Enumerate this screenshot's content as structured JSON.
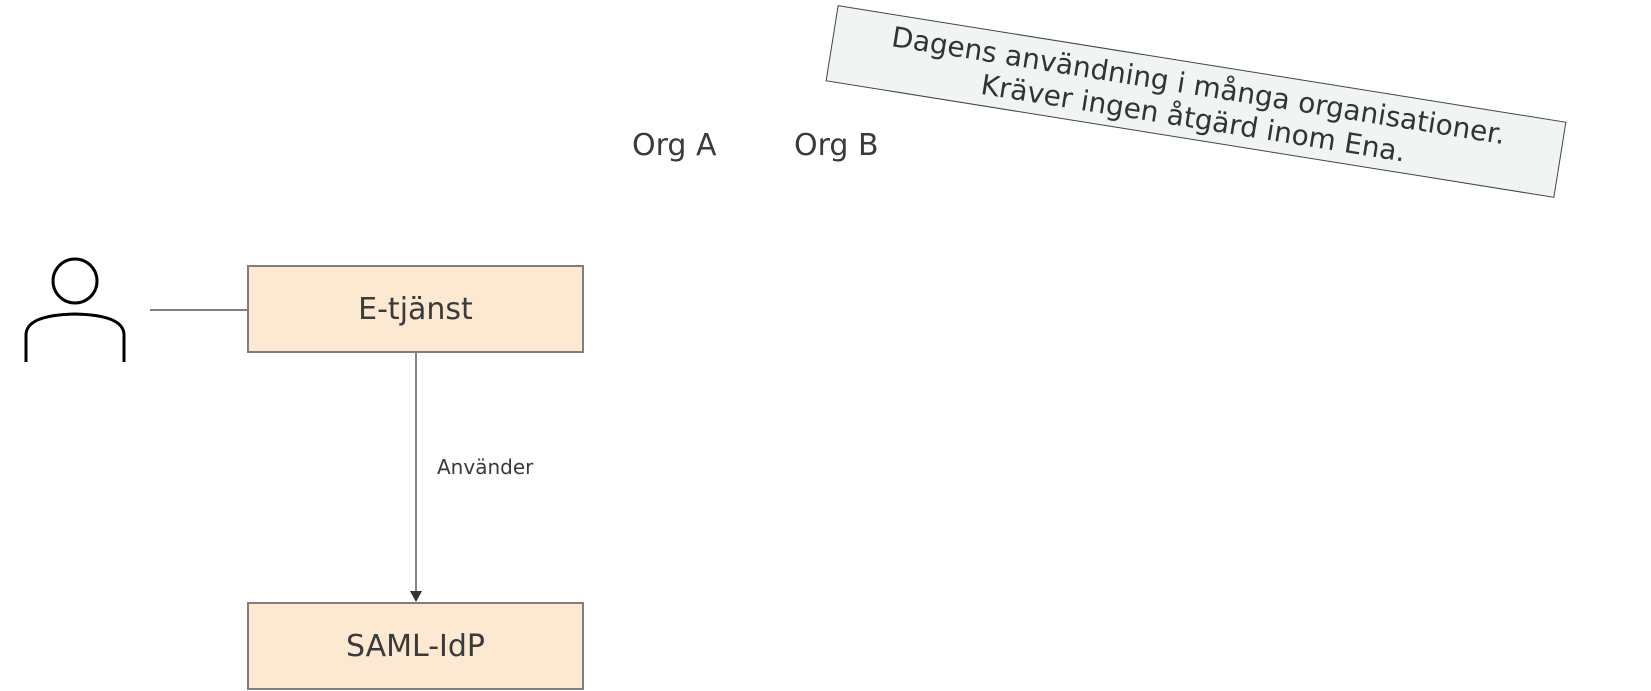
{
  "org_labels": [
    "Org A",
    "Org B"
  ],
  "note": {
    "line1": "Dagens användning i många organisationer.",
    "line2": "Kräver ingen åtgärd inom Ena."
  },
  "nodes": {
    "etjanst": "E-tjänst",
    "samlidp": "SAML-IdP"
  },
  "edges": {
    "uses_label": "Använder"
  },
  "actor_icon": "user-icon"
}
